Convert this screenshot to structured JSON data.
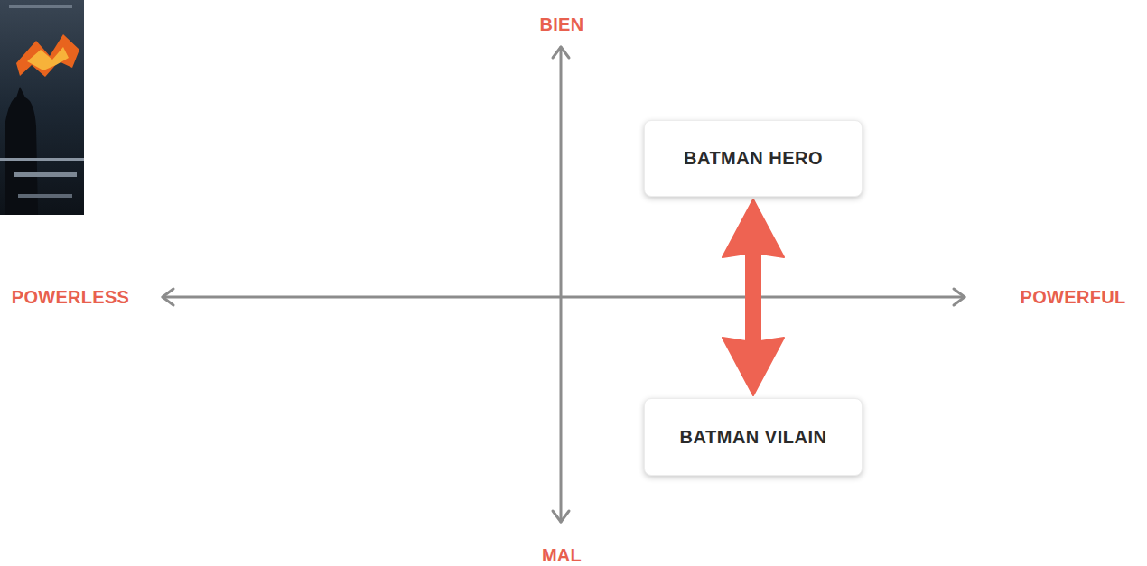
{
  "diagram": {
    "nodes": [
      {
        "text": [
          "BATMAN HERO"
        ]
      },
      {
        "text": [
          "BATMAN VILAIN"
        ]
      }
    ],
    "edges": [
      {
        "from": 0,
        "to": 1,
        "arrow": "both"
      }
    ],
    "labels": [
      "BIEN",
      "MAL",
      "POWERLESS",
      "POWERFUL"
    ]
  }
}
